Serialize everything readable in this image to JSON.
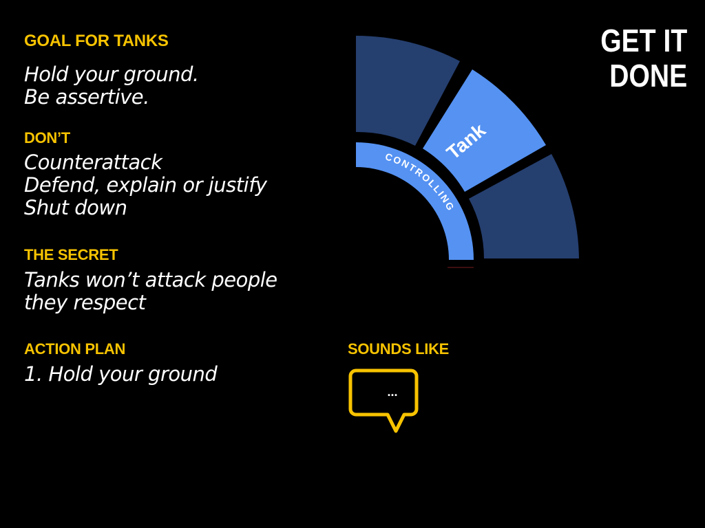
{
  "title": {
    "line1": "GET IT",
    "line2": "DONE"
  },
  "goal": {
    "heading": "GOAL FOR TANKS",
    "lines": [
      "Hold your ground.",
      "Be assertive."
    ]
  },
  "dont": {
    "heading": "DON’T",
    "lines": [
      "Counterattack",
      "Defend, explain or justify",
      "Shut down"
    ]
  },
  "secret": {
    "heading": "THE SECRET",
    "lines": [
      "Tanks won’t attack people",
      "they respect"
    ]
  },
  "action_plan": {
    "heading": "ACTION PLAN",
    "lines": [
      "1. Hold your ground"
    ]
  },
  "sounds_like": {
    "heading": "SOUNDS LIKE",
    "bubble_text": "..."
  },
  "diagram": {
    "inner_label": "CONTROLLING",
    "highlight_label": "Tank"
  },
  "colors": {
    "accent": "#f7c300",
    "highlight": "#5592f2",
    "dark_segment": "#253f6f"
  }
}
